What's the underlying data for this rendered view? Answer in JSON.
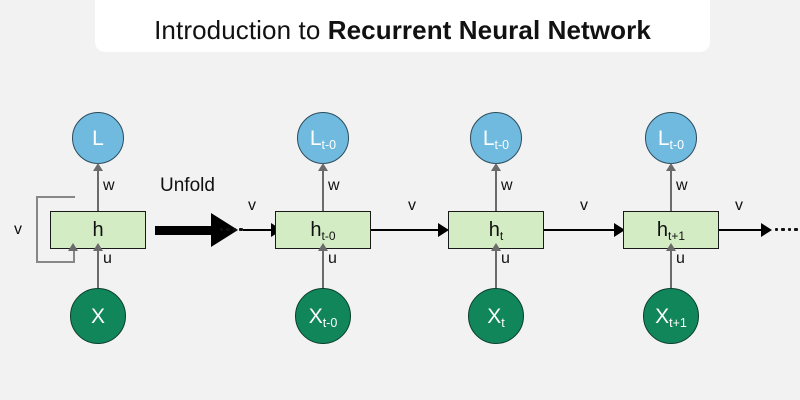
{
  "background_color": "#f2f2f2",
  "header": {
    "title_prefix": "Introduction to ",
    "title_strong": "Recurrent Neural Network",
    "card_color": "#ffffff"
  },
  "colors": {
    "loss_node": "#6fbade",
    "hidden_box": "#d4ecc4",
    "input_node": "#11865b",
    "gray_edge": "#6b6b6b",
    "black_edge": "#000000",
    "loop_edge": "#878787"
  },
  "diagram": {
    "unfold_label": "Unfold",
    "folded": {
      "loss_label": "L",
      "hidden_label": "h",
      "input_label": "X",
      "weight_up_label": "w",
      "weight_in_label": "u",
      "recurrent_label": "v"
    },
    "steps": [
      {
        "loss_label": "L",
        "loss_sub": "t-0",
        "hidden_label": "h",
        "hidden_sub": "t-0",
        "input_label": "X",
        "input_sub": "t-0",
        "weight_up_label": "w",
        "weight_in_label": "u",
        "recurrent_out_label": "v"
      },
      {
        "loss_label": "L",
        "loss_sub": "t-0",
        "hidden_label": "h",
        "hidden_sub": "t",
        "input_label": "X",
        "input_sub": "t",
        "weight_up_label": "w",
        "weight_in_label": "u",
        "recurrent_out_label": "v"
      },
      {
        "loss_label": "L",
        "loss_sub": "t-0",
        "hidden_label": "h",
        "hidden_sub": "t+1",
        "input_label": "X",
        "input_sub": "t+1",
        "weight_up_label": "w",
        "weight_in_label": "u",
        "recurrent_out_label": "v"
      }
    ],
    "incoming_recurrent_label": "v",
    "ellipsis_dot_count": 4
  }
}
